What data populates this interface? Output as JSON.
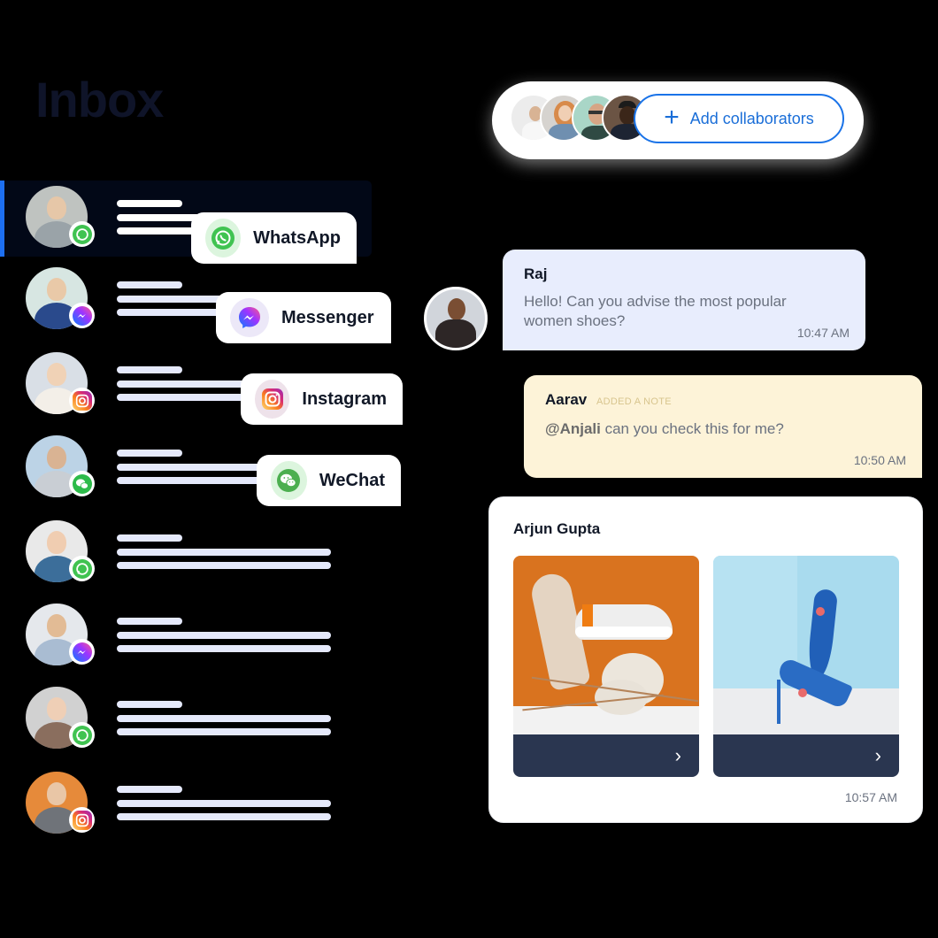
{
  "inbox": {
    "title": "Inbox"
  },
  "conversations": [
    {
      "channel": "whatsapp",
      "active": true,
      "skin": "#e6c7a8",
      "shirt": "#9aa3a8",
      "bg": "#bfc3c0"
    },
    {
      "channel": "messenger",
      "active": false,
      "skin": "#e9c9a8",
      "shirt": "#2a4a8c",
      "bg": "#d7e6e2"
    },
    {
      "channel": "instagram",
      "active": false,
      "skin": "#f0d2b6",
      "shirt": "#f3efe8",
      "bg": "#d9dfe6"
    },
    {
      "channel": "wechat",
      "active": false,
      "skin": "#d9b393",
      "shirt": "#c9ced4",
      "bg": "#bcd3e6"
    },
    {
      "channel": "whatsapp",
      "active": false,
      "skin": "#f0cdb1",
      "shirt": "#3c6e9a",
      "bg": "#e9e9e9"
    },
    {
      "channel": "messenger",
      "active": false,
      "skin": "#e2bb95",
      "shirt": "#a9bcd2",
      "bg": "#e5e8ec"
    },
    {
      "channel": "whatsapp",
      "active": false,
      "skin": "#efcfb6",
      "shirt": "#8a6e5e",
      "bg": "#d1d1d1"
    },
    {
      "channel": "instagram",
      "active": false,
      "skin": "#e9c6a6",
      "shirt": "#6f7379",
      "bg": "#e68a3a"
    }
  ],
  "channel_chips": [
    {
      "label": "WhatsApp",
      "icon": "whatsapp-icon"
    },
    {
      "label": "Messenger",
      "icon": "messenger-icon"
    },
    {
      "label": "Instagram",
      "icon": "instagram-icon"
    },
    {
      "label": "WeChat",
      "icon": "wechat-icon"
    }
  ],
  "collaborators": {
    "button_label": "Add collaborators",
    "icon": "plus-icon",
    "avatars": 4
  },
  "messages": [
    {
      "sender": "Raj",
      "text": "Hello! Can you advise the most popular women shoes?",
      "time": "10:47 AM"
    },
    {
      "sender": "Aarav",
      "tag": "ADDED A NOTE",
      "mention": "@Anjali",
      "text": " can you check this for me?",
      "time": "10:50 AM"
    },
    {
      "sender": "Arjun Gupta",
      "time": "10:57 AM",
      "products": [
        {
          "name": "sneakers",
          "arrow": "›"
        },
        {
          "name": "floral heels",
          "arrow": "›"
        }
      ]
    }
  ],
  "colors": {
    "accent": "#1a73e8",
    "active_row_bg": "#020817",
    "active_indicator": "#1d6ff2",
    "whatsapp": "#40c351",
    "wechat": "#2dbb4a",
    "raj_bubble": "#e8edfd",
    "note_bubble": "#fdf3d8",
    "product_bar": "#2a3650"
  }
}
